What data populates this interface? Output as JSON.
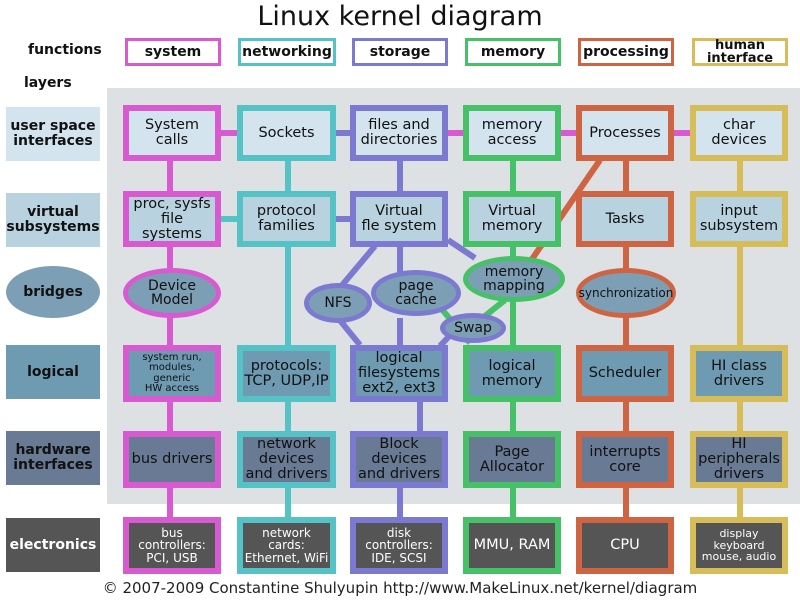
{
  "title": "Linux kernel diagram",
  "footer": "© 2007-2009 Constantine Shulyupin http://www.MakeLinux.net/kernel/diagram",
  "functions_label": "functions",
  "layers_label": "layers",
  "colors": {
    "system": "#d85ad0",
    "networking": "#55c3c6",
    "storage": "#7c7ad0",
    "memory": "#46c168",
    "processing": "#cf6443",
    "human_interface": "#d6bd5a",
    "panel_bg": "#dde1e3"
  },
  "functions": [
    {
      "key": "system",
      "label": "system"
    },
    {
      "key": "networking",
      "label": "networking"
    },
    {
      "key": "storage",
      "label": "storage"
    },
    {
      "key": "memory",
      "label": "memory"
    },
    {
      "key": "processing",
      "label": "processing"
    },
    {
      "key": "human_interface",
      "label": "human\ninterface"
    }
  ],
  "layers": [
    {
      "key": "user_space",
      "label": "user space\ninterfaces",
      "fill": "#d3e4ee"
    },
    {
      "key": "virtual",
      "label": "virtual\nsubsystems",
      "fill": "#b8d2df"
    },
    {
      "key": "bridges",
      "label": "bridges",
      "fill": "#7d9fb5"
    },
    {
      "key": "logical",
      "label": "logical",
      "fill": "#6e9ab2"
    },
    {
      "key": "hw_interfaces",
      "label": "hardware\ninterfaces",
      "fill": "#697a94"
    },
    {
      "key": "electronics",
      "label": "electronics",
      "fill": "#555555"
    }
  ],
  "cells": {
    "system_calls": "System calls",
    "sockets": "Sockets",
    "files_dirs": "files and\ndirectories",
    "memory_access": "memory\naccess",
    "processes": "Processes",
    "char_devices": "char\ndevices",
    "proc_sysfs": "proc, sysfs\nfile systems",
    "protocol_families": "protocol\nfamilies",
    "virtual_fs": "Virtual\nfle system",
    "virtual_memory": "Virtual\nmemory",
    "tasks": "Tasks",
    "input_subsystem": "input\nsubsystem",
    "device_model": "Device\nModel",
    "nfs": "NFS",
    "page_cache": "page\ncache",
    "memory_mapping": "memory\nmapping",
    "swap": "Swap",
    "synchronization": "synchronization",
    "system_run": "system run,\nmodules,\ngeneric\nHW access",
    "protocols": "protocols:\nTCP, UDP,IP",
    "logical_fs": "logical\nfilesystems\next2, ext3",
    "logical_memory": "logical\nmemory",
    "scheduler": "Scheduler",
    "hi_class_drivers": "HI class\ndrivers",
    "bus_drivers": "bus drivers",
    "network_drivers": "network\ndevices\nand drivers",
    "block_devices": "Block\ndevices\nand drivers",
    "page_allocator": "Page\nAllocator",
    "interrupts_core": "interrupts\ncore",
    "hi_peripherals": "HI\nperipherals\ndrivers",
    "bus_controllers": "bus\ncontrollers:\nPCI, USB",
    "network_cards": "network\ncards:\nEthernet, WiFi",
    "disk_controllers": "disk\ncontrollers:\nIDE, SCSI",
    "mmu_ram": "MMU, RAM",
    "cpu": "CPU",
    "display_keyboard": "display\nkeyboard\nmouse, audio"
  }
}
